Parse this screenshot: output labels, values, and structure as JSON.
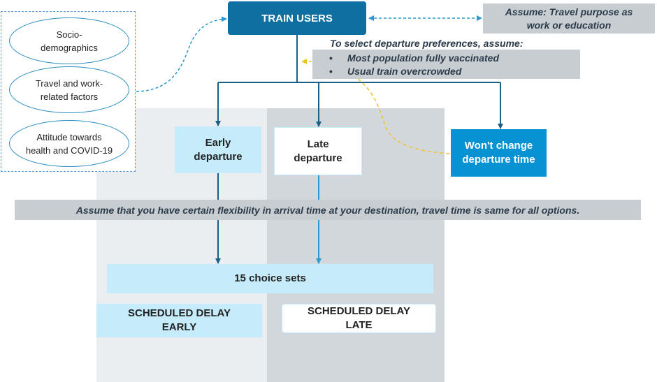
{
  "top": {
    "train_users": "TRAIN USERS",
    "assume_purpose": "Assume: Travel purpose as work or education"
  },
  "factors": [
    "Socio-demographics",
    "Travel and work-related factors",
    "Attitude towards health and COVID-19"
  ],
  "preferences": {
    "caption": "To select departure preferences, assume:",
    "bullets": [
      "Most population fully vaccinated",
      "Usual train overcrowded"
    ],
    "bullet_symbol": "•"
  },
  "options": {
    "early": "Early departure",
    "late": "Late departure",
    "wont_change": "Won't change departure time"
  },
  "flex_note": "Assume that you have certain flexibility in arrival time at your destination, travel time is same for all options.",
  "choice_sets": "15 choice sets",
  "delay": {
    "early": "SCHEDULED DELAY EARLY",
    "late": "SCHEDULED DELAY LATE"
  },
  "colors": {
    "dark_blue": "#0e6fa0",
    "bright_blue": "#0792d4",
    "light_blue": "#c6ecfb",
    "grey_box": "#c8cdd2",
    "dashed_yellow": "#f2c12e"
  }
}
